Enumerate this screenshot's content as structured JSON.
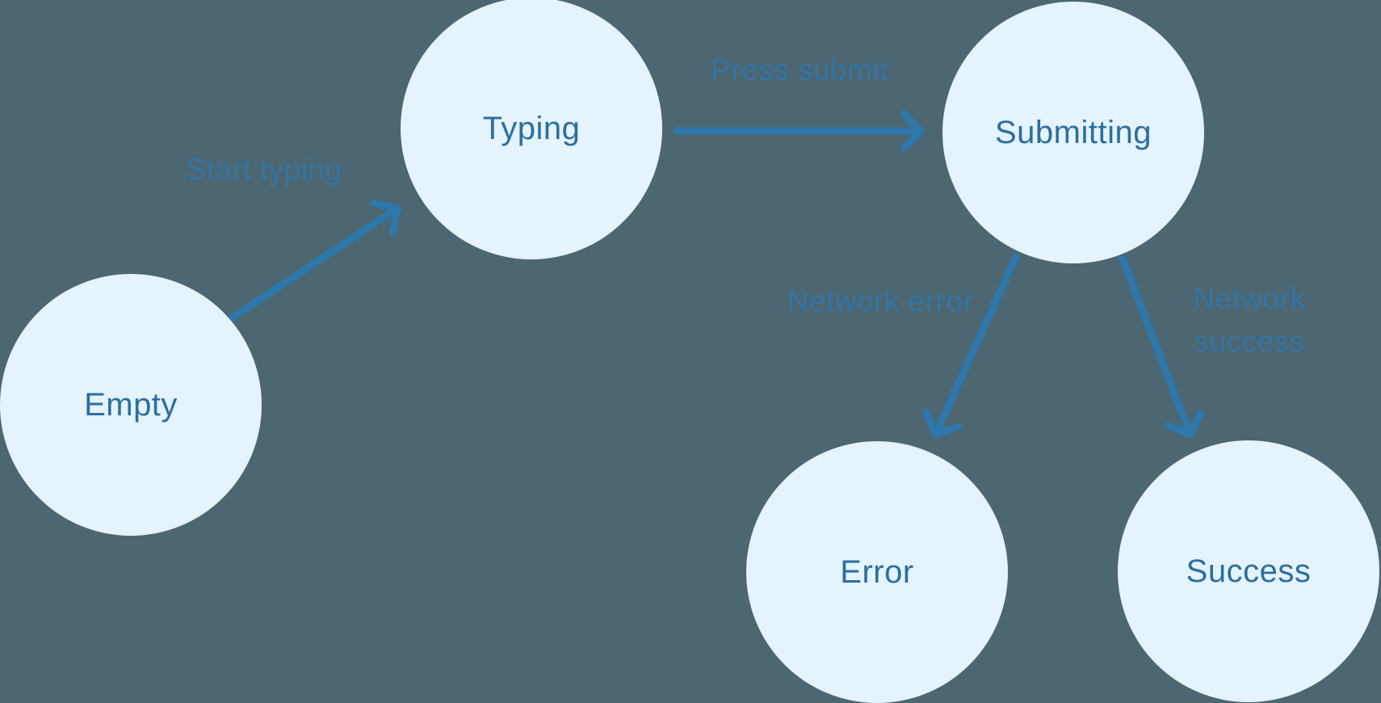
{
  "states": [
    {
      "id": "empty",
      "label": "Empty"
    },
    {
      "id": "typing",
      "label": "Typing"
    },
    {
      "id": "submitting",
      "label": "Submitting"
    },
    {
      "id": "error",
      "label": "Error"
    },
    {
      "id": "success",
      "label": "Success"
    }
  ],
  "transitions": [
    {
      "from": "Empty",
      "to": "Typing",
      "label": "Start typing"
    },
    {
      "from": "Typing",
      "to": "Submitting",
      "label": "Press submit"
    },
    {
      "from": "Submitting",
      "to": "Error",
      "label": "Network error"
    },
    {
      "from": "Submitting",
      "to": "Success",
      "label": "Network success"
    }
  ],
  "colors": {
    "background": "#4C6771",
    "node_fill": "#E4F3FC",
    "node_text": "#2C6F9F",
    "arrow": "#2E78AC",
    "transition_label": "#3574A4"
  }
}
